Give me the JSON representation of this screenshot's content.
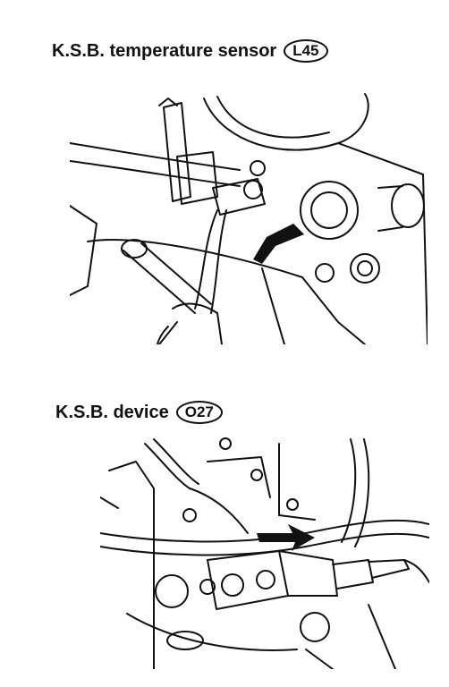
{
  "figures": [
    {
      "title": "K.S.B. temperature sensor",
      "code": "L45"
    },
    {
      "title": "K.S.B. device",
      "code": "O27"
    }
  ],
  "colors": {
    "ink": "#111111",
    "paper": "#ffffff"
  },
  "icons": {
    "arrow": "arrow-icon"
  }
}
